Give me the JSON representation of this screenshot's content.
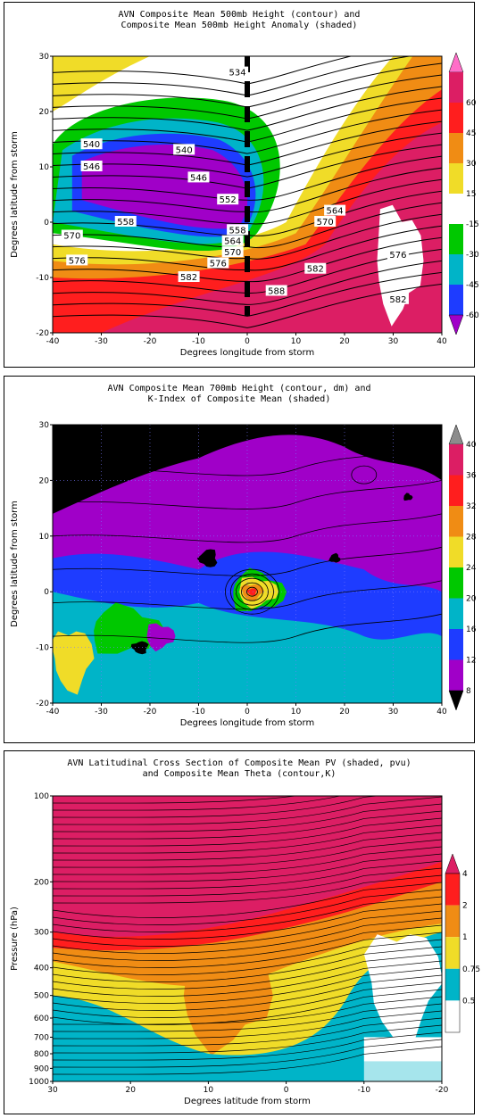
{
  "chart_data": [
    {
      "type": "heatmap",
      "title_line1": "AVN Composite Mean 500mb Height (contour) and",
      "title_line2": "Composite Mean 500mb Height Anomaly (shaded)",
      "xlabel": "Degrees longitude from storm",
      "ylabel": "Degrees latitude from storm",
      "xlim": [
        -40,
        40
      ],
      "ylim": [
        -20,
        30
      ],
      "x_ticks": [
        "-40",
        "-30",
        "-20",
        "-10",
        "0",
        "10",
        "20",
        "30",
        "40"
      ],
      "y_ticks": [
        "-20",
        "-10",
        "0",
        "10",
        "20",
        "30"
      ],
      "colorbar": {
        "labels": [
          "-60",
          "-45",
          "-30",
          "-15",
          "15",
          "30",
          "45",
          "60"
        ],
        "colors": [
          "#a000c8",
          "#1e3cff",
          "#00b4c8",
          "#00c800",
          "#ffffff",
          "#f0dc28",
          "#f08c14",
          "#ff1e1e",
          "#dc1e64",
          "#ff6ec8"
        ]
      },
      "contour_labels": [
        {
          "text": "534",
          "x": -2,
          "y": 27
        },
        {
          "text": "540",
          "x": -32,
          "y": 14
        },
        {
          "text": "540",
          "x": -13,
          "y": 13
        },
        {
          "text": "546",
          "x": -32,
          "y": 10
        },
        {
          "text": "546",
          "x": -10,
          "y": 8
        },
        {
          "text": "552",
          "x": -4,
          "y": 4
        },
        {
          "text": "558",
          "x": -25,
          "y": 0
        },
        {
          "text": "558",
          "x": -2,
          "y": -1.5
        },
        {
          "text": "564",
          "x": -3,
          "y": -3.5
        },
        {
          "text": "570",
          "x": -3,
          "y": -5.5
        },
        {
          "text": "576",
          "x": -6,
          "y": -7.5
        },
        {
          "text": "582",
          "x": -12,
          "y": -10
        },
        {
          "text": "564",
          "x": 18,
          "y": 2
        },
        {
          "text": "570",
          "x": 16,
          "y": 0
        },
        {
          "text": "582",
          "x": 14,
          "y": -8.5
        },
        {
          "text": "588",
          "x": 6,
          "y": -12.5
        },
        {
          "text": "570",
          "x": -36,
          "y": -2.5
        },
        {
          "text": "576",
          "x": -35,
          "y": -7
        },
        {
          "text": "576",
          "x": 31,
          "y": -6
        },
        {
          "text": "582",
          "x": 31,
          "y": -14
        }
      ]
    },
    {
      "type": "heatmap",
      "title_line1": "AVN Composite Mean 700mb Height (contour, dm) and",
      "title_line2": "K-Index of Composite Mean (shaded)",
      "xlabel": "Degrees longitude from storm",
      "ylabel": "Degrees latitude from storm",
      "xlim": [
        -40,
        40
      ],
      "ylim": [
        -20,
        30
      ],
      "x_ticks": [
        "-40",
        "-30",
        "-20",
        "-10",
        "0",
        "10",
        "20",
        "30",
        "40"
      ],
      "y_ticks": [
        "-20",
        "-10",
        "0",
        "10",
        "20",
        "30"
      ],
      "colorbar": {
        "labels": [
          "8",
          "12",
          "16",
          "20",
          "24",
          "28",
          "32",
          "36",
          "40"
        ],
        "colors": [
          "#000000",
          "#a000c8",
          "#1e3cff",
          "#00b4c8",
          "#00c800",
          "#f0dc28",
          "#f08c14",
          "#ff1e1e",
          "#dc1e64",
          "#8c8c8c"
        ]
      }
    },
    {
      "type": "heatmap",
      "title_line1": "AVN Latitudinal Cross Section of Composite Mean PV (shaded, pvu)",
      "title_line2": "and Composite Mean Theta (contour,K)",
      "xlabel": "Degrees latitude from storm",
      "ylabel": "Pressure (hPa)",
      "xlim": [
        30,
        -20
      ],
      "ylim": [
        1000,
        100
      ],
      "x_ticks": [
        "30",
        "20",
        "10",
        "0",
        "-10",
        "-20"
      ],
      "y_ticks": [
        "100",
        "200",
        "300",
        "400",
        "500",
        "600",
        "700",
        "800",
        "900",
        "1000"
      ],
      "colorbar": {
        "labels": [
          "0.5",
          "0.75",
          "1",
          "2",
          "4"
        ],
        "colors": [
          "#ffffff",
          "#00b4c8",
          "#f0dc28",
          "#f08c14",
          "#ff1e1e",
          "#dc1e64"
        ]
      }
    }
  ]
}
